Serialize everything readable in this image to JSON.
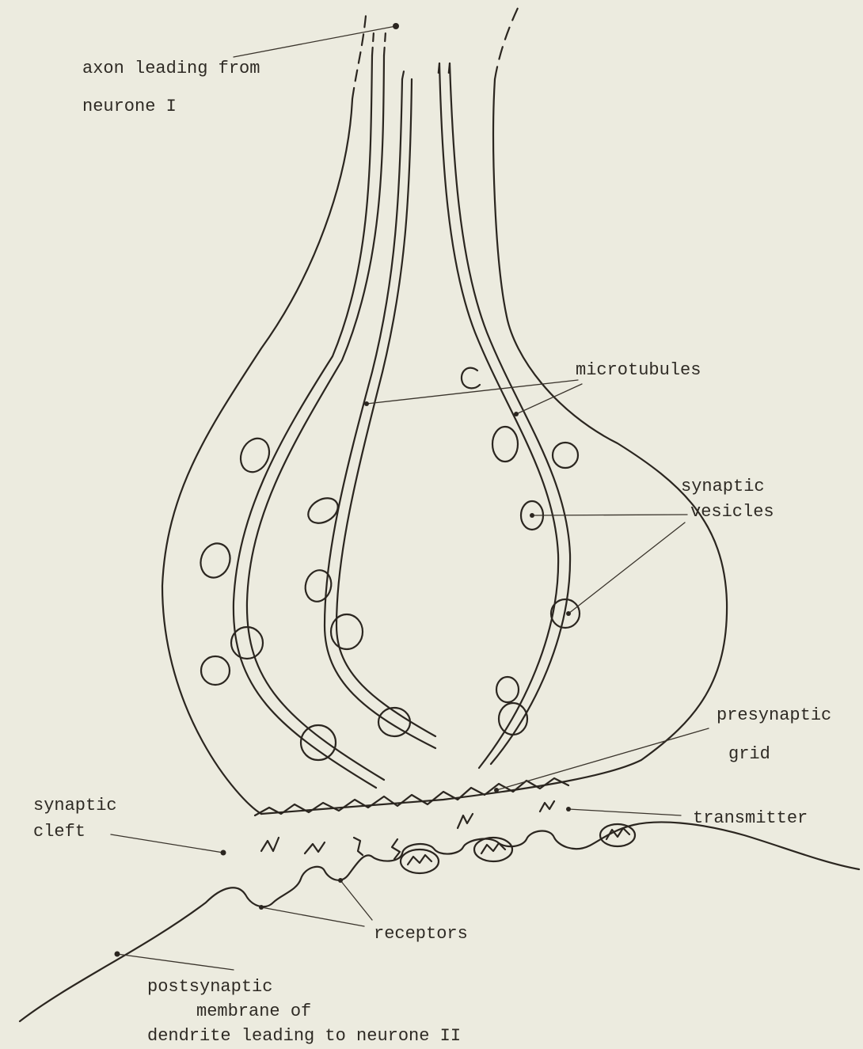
{
  "labels": {
    "axon_line1": "axon leading from",
    "axon_line2": "neurone I",
    "microtubules": "microtubules",
    "vesicles_line1": "synaptic",
    "vesicles_line2": "vesicles",
    "presynaptic_line1": "presynaptic",
    "presynaptic_line2": "grid",
    "transmitter": "transmitter",
    "cleft_line1": "synaptic",
    "cleft_line2": "cleft",
    "receptors": "receptors",
    "postsynaptic_line1": "postsynaptic",
    "postsynaptic_line2": "membrane of",
    "postsynaptic_line3": "dendrite leading to neurone II"
  },
  "colors": {
    "paper": "#ecebdf",
    "ink": "#2b2620"
  }
}
